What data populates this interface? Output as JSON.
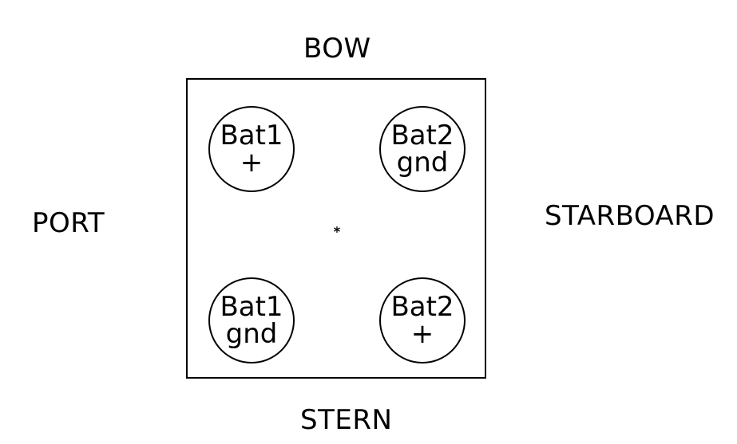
{
  "orientation": {
    "bow": "BOW",
    "stern": "STERN",
    "port": "PORT",
    "starboard": "STARBOARD"
  },
  "terminals": {
    "bat1_pos": {
      "name": "Bat1",
      "polarity": "+"
    },
    "bat2_gnd": {
      "name": "Bat2",
      "polarity": "gnd"
    },
    "bat1_gnd": {
      "name": "Bat1",
      "polarity": "gnd"
    },
    "bat2_pos": {
      "name": "Bat2",
      "polarity": "+"
    }
  },
  "center_marker": "asterisk-icon"
}
